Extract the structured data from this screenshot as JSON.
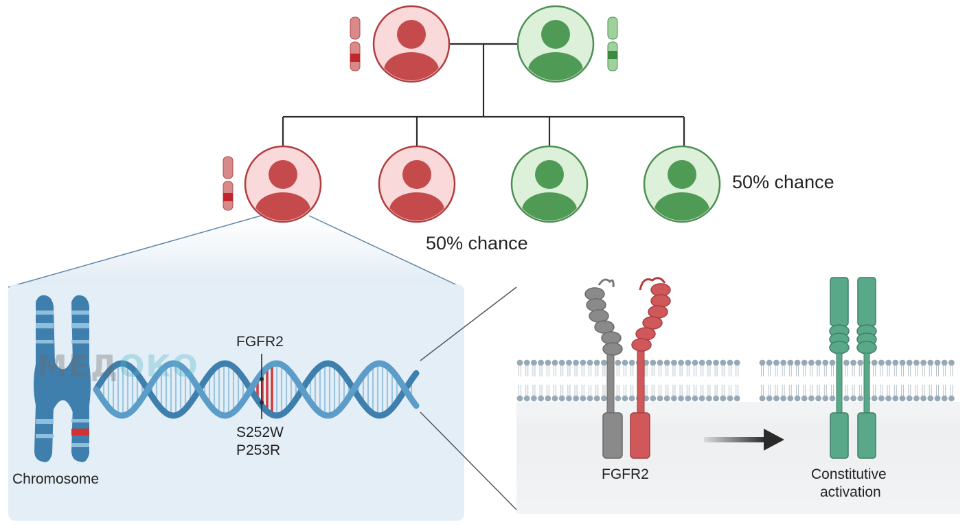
{
  "labels": {
    "chance_right": "50% chance",
    "chance_center": "50% chance",
    "chromosome": "Chromosome",
    "gene": "FGFR2",
    "mutation_1": "S252W",
    "mutation_2": "P253R",
    "receptor": "FGFR2",
    "activation_line1": "Constitutive",
    "activation_line2": "activation"
  },
  "watermark": {
    "part1": "МЕД",
    "part2": "ОКО"
  },
  "colors": {
    "affected_fill": "#f9d9d9",
    "affected_dark": "#c44a4c",
    "unaffected_fill": "#dcf0da",
    "unaffected_dark": "#4f9a55",
    "chromosome_blue": "#3f7fae",
    "dna_blue": "#4a8fba",
    "receptor_grey": "#8a8a8a",
    "receptor_red": "#d0585a",
    "receptor_green": "#4f9a82",
    "panel_bg": "#e3eef7"
  }
}
